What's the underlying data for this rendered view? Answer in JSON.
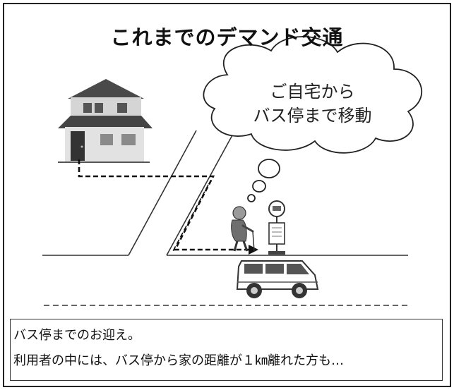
{
  "title": "これまでのデマンド交通",
  "bubble": {
    "line1": "ご自宅から",
    "line2": "バス停まで移動"
  },
  "caption": {
    "line1": "バス停までのお迎え。",
    "line2": "利用者の中には、バス停から家の距離が１㎞離れた方も…"
  },
  "icons": [
    "house-icon",
    "elderly-person-icon",
    "bus-stop-sign-icon",
    "van-icon",
    "thought-cloud-icon",
    "dashed-route-arrow"
  ]
}
